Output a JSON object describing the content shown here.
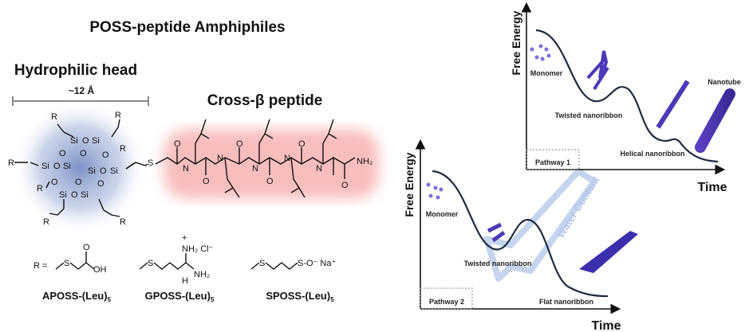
{
  "title": "POSS-peptide Amphiphiles",
  "head": {
    "label": "Hydrophilic head",
    "size": "~12 Å"
  },
  "peptide": {
    "label": "Cross-β peptide",
    "terminal": "NH₂"
  },
  "atoms": {
    "si": "Si",
    "o": "O",
    "r": "R",
    "s": "S",
    "n": "N",
    "h": "H"
  },
  "r_groups": {
    "prefix": "R =",
    "aposs": {
      "groups": "OH",
      "name": "APOSS-(Leu)",
      "sub": "5"
    },
    "gposs": {
      "groups": "NH₂ Cl⁻",
      "nh2": "NH₂",
      "plus": "+",
      "name": "GPOSS-(Leu)",
      "sub": "5"
    },
    "sposs": {
      "groups": "S-O⁻ Na⁺",
      "name": "SPOSS-(Leu)",
      "sub": "5"
    }
  },
  "pathway1": {
    "ylabel": "Free Energy",
    "xlabel": "Time",
    "box": "Pathway 1",
    "states": [
      "Monomer",
      "Twisted nanoribbon",
      "Helical nanoribbon",
      "Nanotube"
    ]
  },
  "pathway2": {
    "ylabel": "Free Energy",
    "xlabel": "Time",
    "box": "Pathway 2",
    "states": [
      "Monomer",
      "Twisted nanoribbon",
      "Flat nanoribbon"
    ]
  },
  "arrow_label": "Water Content",
  "colors": {
    "head_glow": "#6f86c0",
    "peptide_glow": "#f6a3a3",
    "assembly": "#4a3ab8",
    "arrow": "#c6d5ee"
  }
}
